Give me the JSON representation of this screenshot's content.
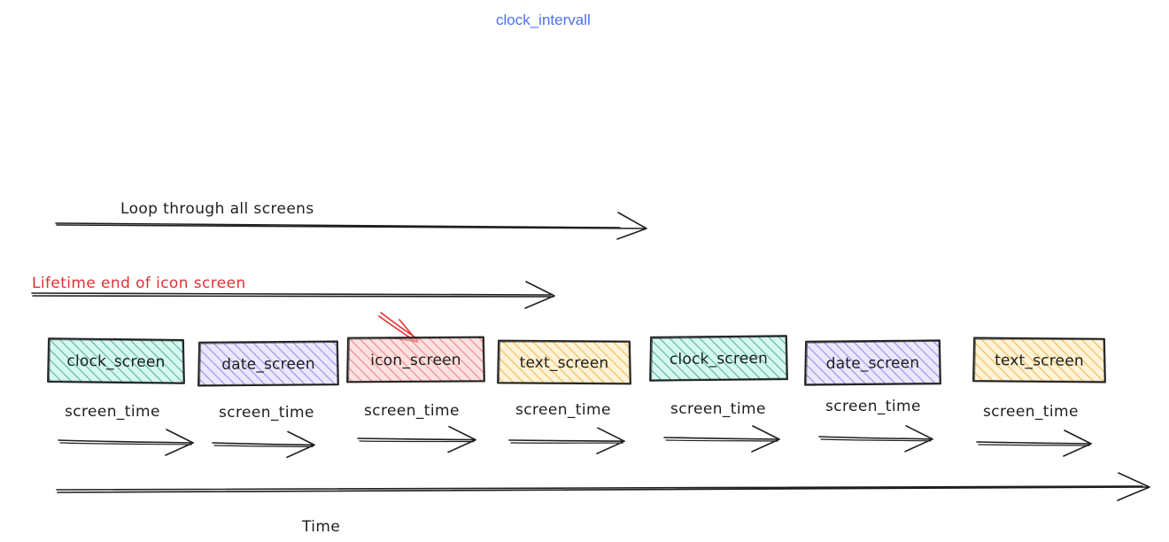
{
  "title": {
    "text": "clock_intervall",
    "color": "#4c6ef5"
  },
  "annotations": {
    "loop_label": "Loop through all screens",
    "lifetime_label": "Lifetime end of icon screen",
    "lifetime_color": "#e03131",
    "time_axis_label": "Time",
    "segment_label": "screen_time"
  },
  "timeline": {
    "boxes": [
      {
        "label": "clock_screen",
        "color": "#2f9e7e",
        "fill": "#b2f2e5"
      },
      {
        "label": "date_screen",
        "color": "#6b5bd2",
        "fill": "#dbd6fb"
      },
      {
        "label": "icon_screen",
        "color": "#e03131",
        "fill": "#fbc9c9"
      },
      {
        "label": "text_screen",
        "color": "#e8a33d",
        "fill": "#fde9b6"
      },
      {
        "label": "clock_screen",
        "color": "#2f9e7e",
        "fill": "#b2f2e5"
      },
      {
        "label": "date_screen",
        "color": "#6b5bd2",
        "fill": "#dbd6fb"
      },
      {
        "label": "text_screen",
        "color": "#e8a33d",
        "fill": "#fde9b6"
      }
    ],
    "segments": [
      {
        "label": "screen_time"
      },
      {
        "label": "screen_time"
      },
      {
        "label": "screen_time"
      },
      {
        "label": "screen_time"
      },
      {
        "label": "screen_time"
      },
      {
        "label": "screen_time"
      },
      {
        "label": "screen_time"
      }
    ]
  }
}
